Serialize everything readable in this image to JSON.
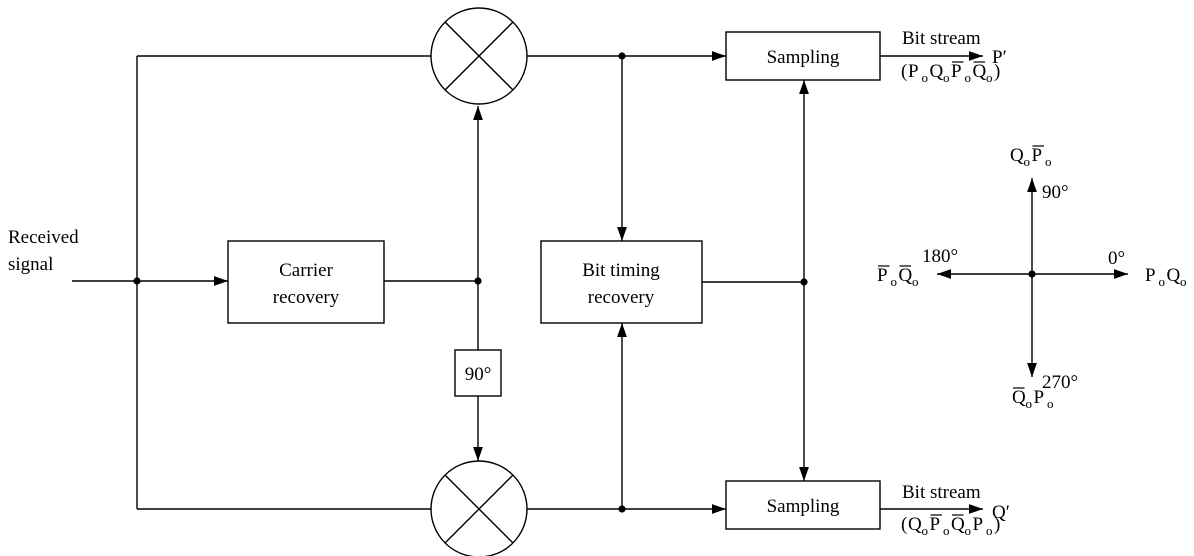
{
  "input": {
    "line1": "Received",
    "line2": "signal"
  },
  "blocks": {
    "carrier_recovery": [
      "Carrier",
      "recovery"
    ],
    "phase_shift": "90°",
    "bit_timing_recovery": [
      "Bit timing",
      "recovery"
    ],
    "sampling_top": "Sampling",
    "sampling_bottom": "Sampling"
  },
  "outputs": {
    "top": {
      "label": "Bit stream",
      "target": "P′",
      "sequence": [
        {
          "base": "P",
          "bar": false
        },
        {
          "base": "Q",
          "bar": false
        },
        {
          "base": "P",
          "bar": true
        },
        {
          "base": "Q",
          "bar": true
        }
      ]
    },
    "bottom": {
      "label": "Bit stream",
      "target": "Q′",
      "sequence": [
        {
          "base": "Q",
          "bar": false
        },
        {
          "base": "P",
          "bar": true
        },
        {
          "base": "Q",
          "bar": true
        },
        {
          "base": "P",
          "bar": false
        }
      ]
    }
  },
  "phase_diagram": {
    "up": {
      "angle": "90°",
      "state": [
        {
          "base": "Q",
          "bar": false
        },
        {
          "base": "P",
          "bar": true
        }
      ]
    },
    "right": {
      "angle": "0°",
      "state": [
        {
          "base": "P",
          "bar": false
        },
        {
          "base": "Q",
          "bar": false
        }
      ]
    },
    "down": {
      "angle": "270°",
      "state": [
        {
          "base": "Q",
          "bar": true
        },
        {
          "base": "P",
          "bar": false
        }
      ]
    },
    "left": {
      "angle": "180°",
      "state": [
        {
          "base": "P",
          "bar": true
        },
        {
          "base": "Q",
          "bar": true
        }
      ]
    }
  },
  "subscript": "o"
}
